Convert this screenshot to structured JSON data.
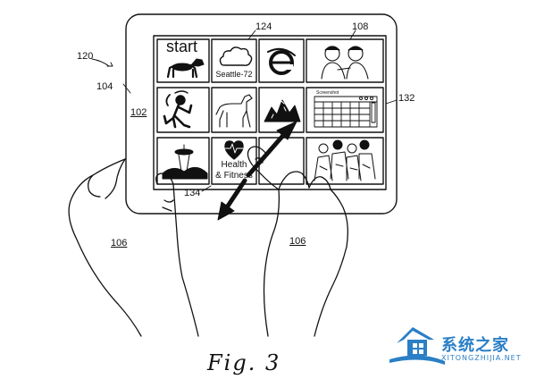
{
  "screen": {
    "start_label": "start",
    "weather_label": "Seattle-72",
    "health_label_line1": "Health",
    "health_label_line2": "& Fitness",
    "calendar_header": "Screenshot"
  },
  "references": {
    "device": "120",
    "bezel": "104",
    "screen": "102",
    "weather_tile": "124",
    "photo_tile": "108",
    "calendar_tile": "132",
    "touch_point": "134",
    "left_hand": "106",
    "right_hand": "106"
  },
  "caption": "Fig. 3",
  "watermark": {
    "chinese": "系统之家",
    "url": "XITONGZHIJIA.NET",
    "accent_color": "#2a7fc6"
  },
  "icons": [
    "dog-icon",
    "cloud-icon",
    "browser-e-icon",
    "people-photo-icon",
    "monkey-icon",
    "dog-standing-icon",
    "mountain-icon",
    "calendar-icon",
    "space-needle-icon",
    "heart-pulse-icon",
    "group-photo-icon",
    "double-arrow-icon"
  ]
}
